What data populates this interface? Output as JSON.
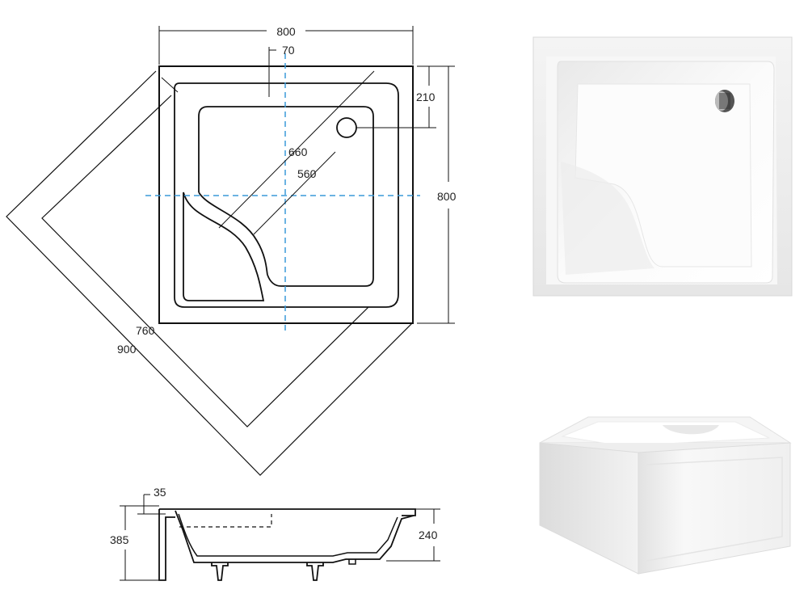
{
  "dimensions": {
    "top_width": "800",
    "drain_offset_x": "70",
    "drain_offset_y": "210",
    "right_height": "800",
    "diag_outer": "660",
    "diag_inner": "560",
    "side_inner": "760",
    "side_outer": "900",
    "rim_height": "35",
    "total_height": "385",
    "tray_depth": "240"
  },
  "colors": {
    "line": "#111111",
    "axis": "#3a9ad9",
    "photo_bg": "#ffffff",
    "photo_shade": "#dcdcdc"
  }
}
